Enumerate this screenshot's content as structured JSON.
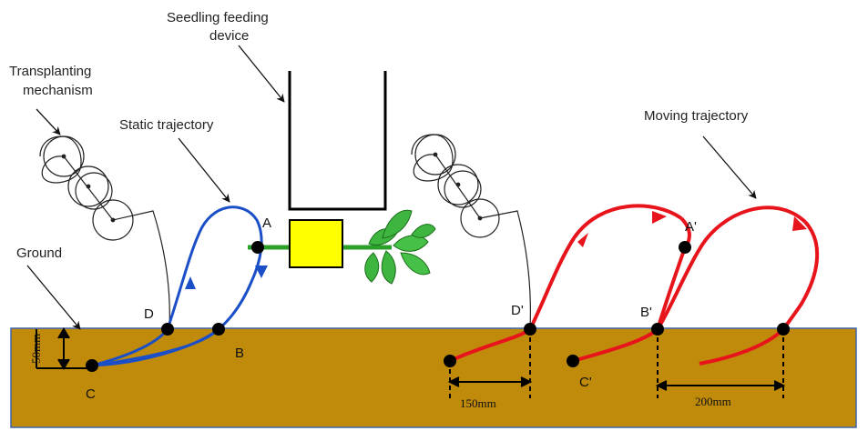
{
  "labels": {
    "seedling_feeding_line1": "Seedling feeding",
    "seedling_feeding_line2": "device",
    "transplanting_line1": "Transplanting",
    "transplanting_line2": "mechanism",
    "static_trajectory": "Static trajectory",
    "moving_trajectory": "Moving trajectory",
    "ground": "Ground"
  },
  "points": {
    "A": "A",
    "B": "B",
    "C": "C",
    "D": "D",
    "A_prime": "A'",
    "B_prime": "B'",
    "C_prime": "C'",
    "D_prime": "D'"
  },
  "dimensions": {
    "depth": "50mm",
    "spacing_1": "150mm",
    "spacing_2": "200mm"
  },
  "colors": {
    "soil": "#c08a0a",
    "static_path": "#1a4fc8",
    "moving_path": "#e8141c",
    "seedling_box": "#ffff00",
    "stem": "#2aa02a"
  },
  "icons": {
    "leaves": "seedling-leaves-icon",
    "gears": "gear-train-icon"
  }
}
